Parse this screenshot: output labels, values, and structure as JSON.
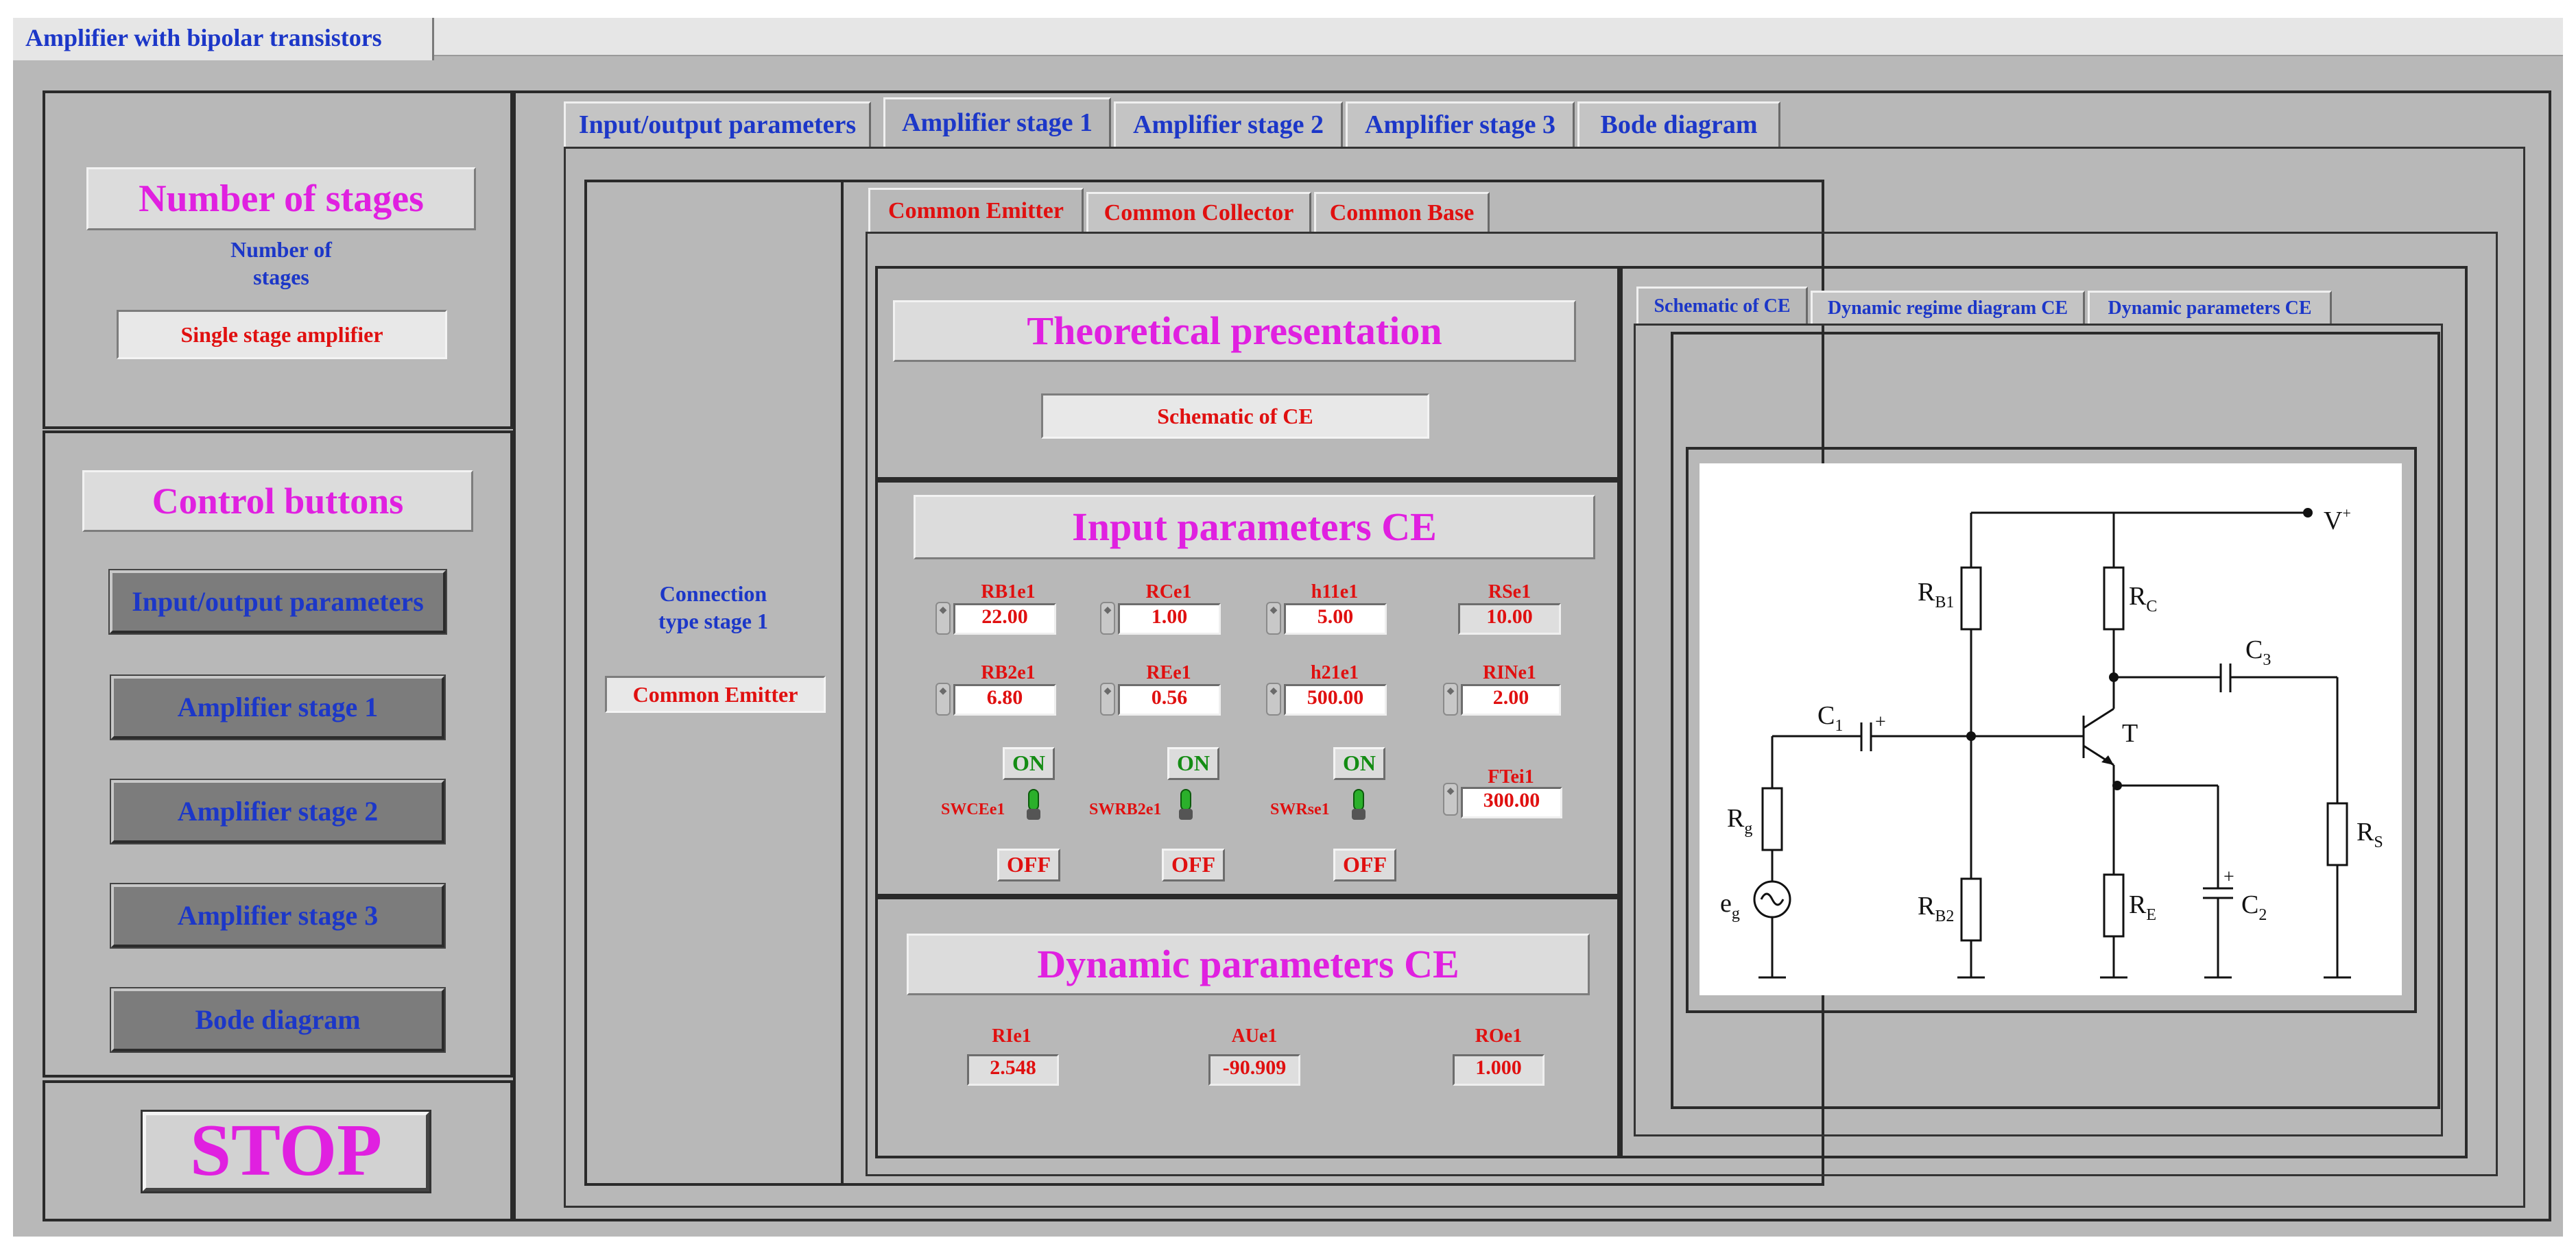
{
  "window": {
    "tab_title": "Amplifier with bipolar transistors"
  },
  "left": {
    "stages_title": "Number of stages",
    "stages_label": "Number of\nstages",
    "stages_value": "Single stage amplifier",
    "control_title": "Control buttons",
    "buttons": [
      "Input/output parameters",
      "Amplifier stage 1",
      "Amplifier stage 2",
      "Amplifier stage 3",
      "Bode diagram"
    ],
    "stop_label": "STOP"
  },
  "main_tabs": [
    "Input/output parameters",
    "Amplifier stage 1",
    "Amplifier stage 2",
    "Amplifier stage 3",
    "Bode diagram"
  ],
  "stage": {
    "connection_label": "Connection\ntype stage 1",
    "connection_value": "Common Emitter"
  },
  "config_tabs": [
    "Common Emitter",
    "Common Collector",
    "Common Base"
  ],
  "theory": {
    "title": "Theoretical presentation",
    "selector_value": "Schematic of CE"
  },
  "input": {
    "title": "Input parameters CE",
    "params": [
      {
        "label": "RB1e1",
        "value": "22.00"
      },
      {
        "label": "RCe1",
        "value": "1.00"
      },
      {
        "label": "h11e1",
        "value": "5.00"
      },
      {
        "label": "RSe1",
        "value": "10.00"
      },
      {
        "label": "RB2e1",
        "value": "6.80"
      },
      {
        "label": "REe1",
        "value": "0.56"
      },
      {
        "label": "h21e1",
        "value": "500.00"
      },
      {
        "label": "RINe1",
        "value": "2.00"
      }
    ],
    "switches": [
      {
        "on": "ON",
        "off": "OFF",
        "label": "SWCEe1"
      },
      {
        "on": "ON",
        "off": "OFF",
        "label": "SWRB2e1"
      },
      {
        "on": "ON",
        "off": "OFF",
        "label": "SWRse1"
      }
    ],
    "ftei": {
      "label": "FTei1",
      "value": "300.00"
    }
  },
  "dynamic": {
    "title": "Dynamic parameters CE",
    "params": [
      {
        "label": "RIe1",
        "value": "2.548"
      },
      {
        "label": "AUe1",
        "value": "-90.909"
      },
      {
        "label": "ROe1",
        "value": "1.000"
      }
    ]
  },
  "view_tabs": [
    "Schematic of CE",
    "Dynamic regime diagram CE",
    "Dynamic parameters CE"
  ],
  "schematic": {
    "vplus": "V",
    "vplus_sup": "+",
    "rb1": "R",
    "rb1_sub": "B1",
    "rc": "R",
    "rc_sub": "C",
    "c3": "C",
    "c3_sub": "3",
    "c1": "C",
    "c1_sub": "1",
    "plus": "+",
    "t": "T",
    "rg": "R",
    "rg_sub": "g",
    "eg": "e",
    "eg_sub": "g",
    "rb2": "R",
    "rb2_sub": "B2",
    "re": "R",
    "re_sub": "E",
    "c2": "C",
    "c2_sub": "2",
    "rs": "R",
    "rs_sub": "S"
  }
}
